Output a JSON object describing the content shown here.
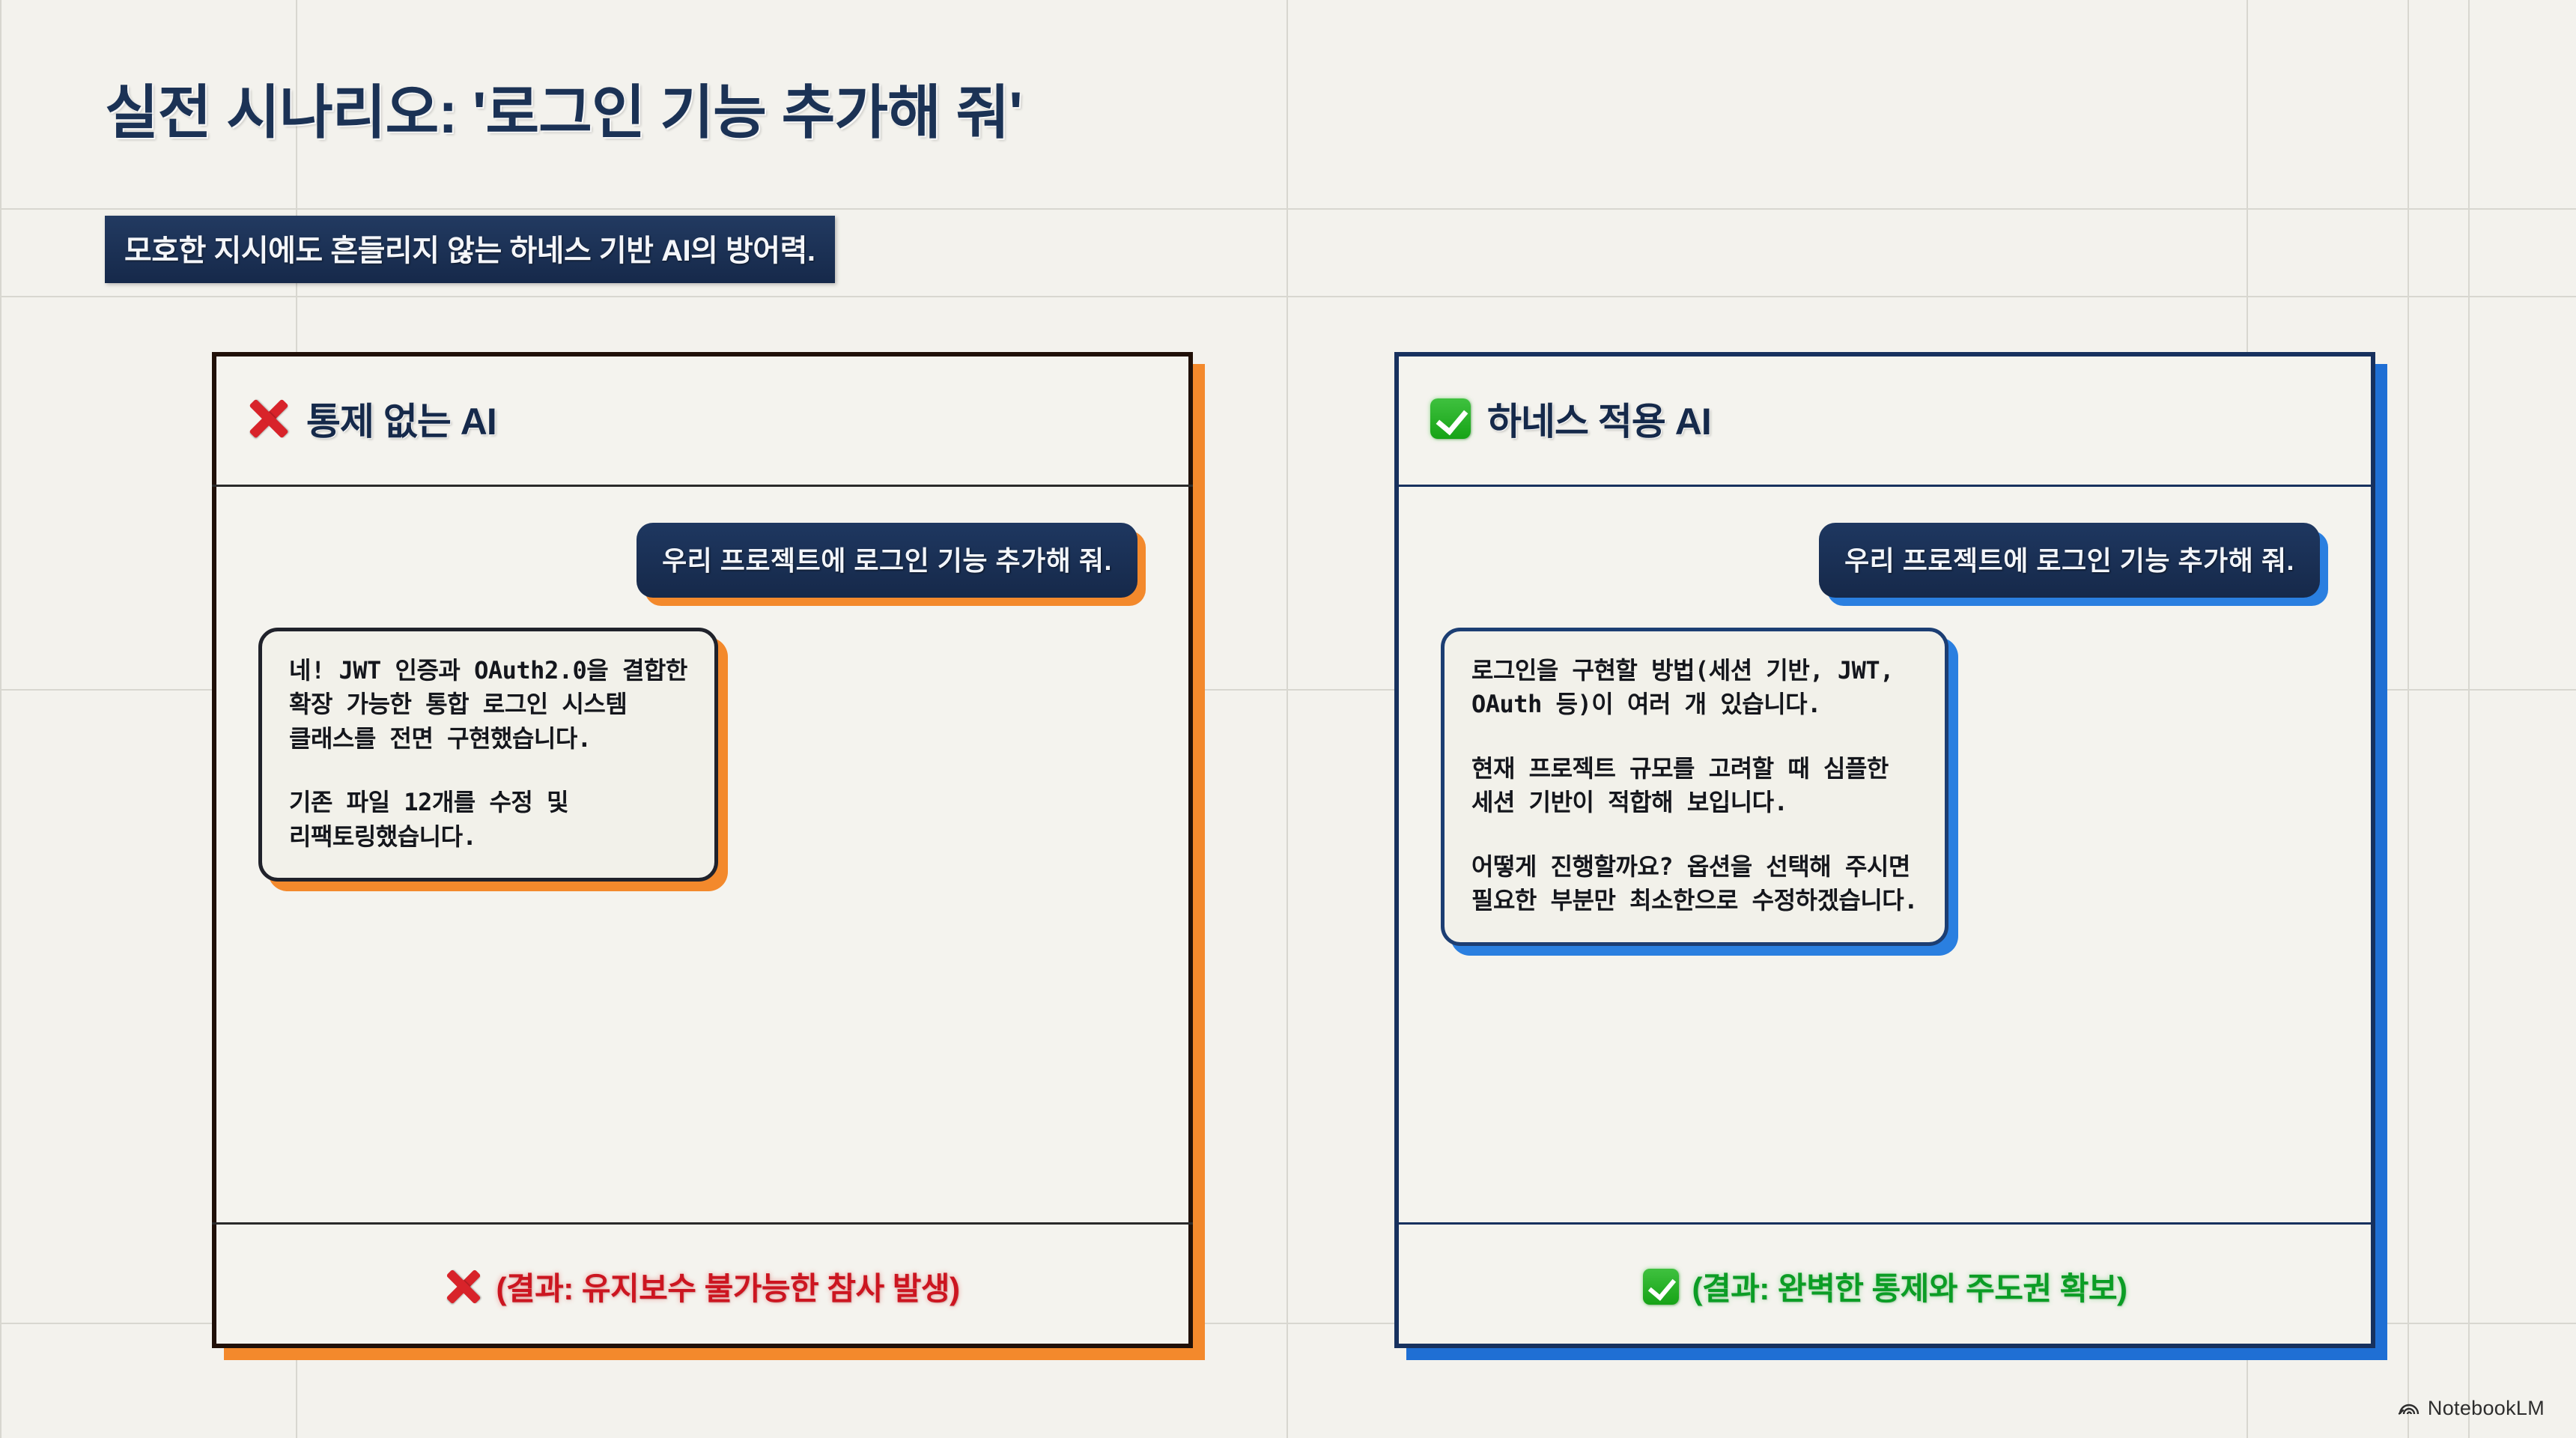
{
  "header": {
    "title": "실전 시나리오: '로그인 기능 추가해 줘'",
    "subtitle": "모호한 지시에도 흔들리지 않는 하네스 기반 AI의 방어력."
  },
  "cards": [
    {
      "id": "uncontrolled",
      "icon": "red-x-icon",
      "header_title": "통제 없는 AI",
      "accent": "#f3892c",
      "border": "#201008",
      "user_message": "우리 프로젝트에 로그인 기능 추가해 줘.",
      "ai_paragraphs": [
        "네! JWT 인증과 OAuth2.0을 결합한\n확장 가능한 통합 로그인 시스템\n클래스를 전면 구현했습니다.",
        "기존 파일 12개를 수정 및\n리팩토링했습니다."
      ],
      "footer_icon": "red-x-icon",
      "footer_text": "(결과: 유지보수 불가능한 참사 발생)",
      "footer_color": "#cc1520"
    },
    {
      "id": "harness",
      "icon": "green-check-icon",
      "header_title": "하네스 적용 AI",
      "accent": "#1f6fd4",
      "border": "#17315e",
      "user_message": "우리 프로젝트에 로그인 기능 추가해 줘.",
      "ai_paragraphs": [
        "로그인을 구현할 방법(세션 기반, JWT,\nOAuth 등)이 여러 개 있습니다.",
        "현재 프로젝트 규모를 고려할 때 심플한\n세션 기반이 적합해 보입니다.",
        "어떻게 진행할까요? 옵션을 선택해 주시면\n필요한 부분만 최소한으로 수정하겠습니다."
      ],
      "footer_icon": "green-check-icon",
      "footer_text": "(결과: 완벽한 통제와 주도권 확보)",
      "footer_color": "#0b9d25"
    }
  ],
  "watermark": {
    "label": "NotebookLM",
    "icon": "notebooklm-spiral-icon"
  },
  "theme": {
    "background": "#f3f2ed",
    "gridline": "#d8d7d0",
    "navy": "#16294a",
    "title_color": "#1b3255"
  }
}
